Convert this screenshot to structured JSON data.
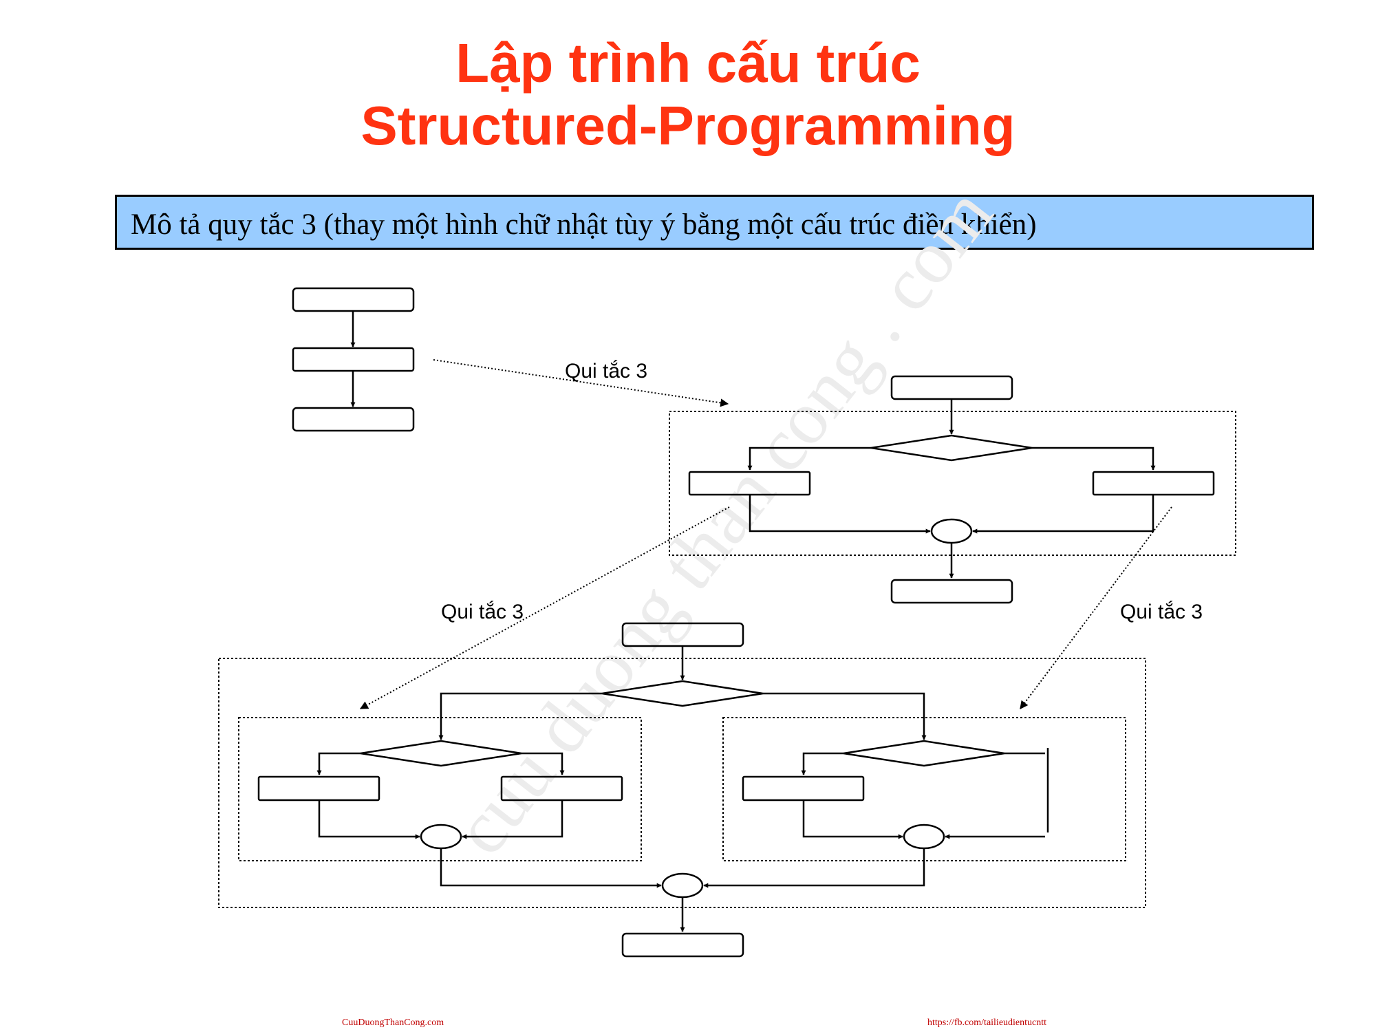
{
  "slide": {
    "title_line1": "Lập trình cấu trúc",
    "title_line2": "Structured-Programming",
    "rule_description": "Mô tả quy tắc 3 (thay một hình chữ nhật tùy ý bằng một cấu trúc điều khiển)"
  },
  "diagram": {
    "rule_label_top": "Qui tắc 3",
    "rule_label_left": "Qui tắc 3",
    "rule_label_right": "Qui tắc 3"
  },
  "watermark": "cuu duong than cong . com",
  "footer": {
    "left": "CuuDuongThanCong.com",
    "right": "https://fb.com/tailieudientucntt"
  },
  "colors": {
    "title": "#ff3311",
    "rule_box_fill": "#99ccff",
    "footer": "#c00000"
  }
}
